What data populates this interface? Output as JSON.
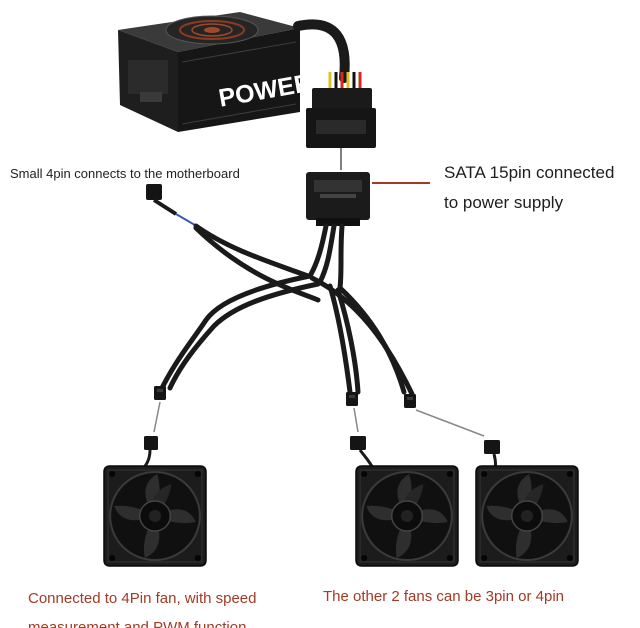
{
  "psu": {
    "brand_text": "POWER"
  },
  "labels": {
    "motherboard": "Small 4pin connects to the motherboard",
    "sata_line1": "SATA 15pin connected",
    "sata_line2": "to power supply",
    "fan1_line1": "Connected to 4Pin fan, with speed",
    "fan1_line2": "measurement and PWM function",
    "fan23": "The other 2 fans can be 3pin or 4pin"
  },
  "colors": {
    "annotation_text": "#a33a26",
    "leader_line": "#a33a26",
    "cable": "#1a1a1a"
  },
  "icons": [
    "power-supply-icon",
    "sata-connector-icon",
    "fan-icon"
  ]
}
